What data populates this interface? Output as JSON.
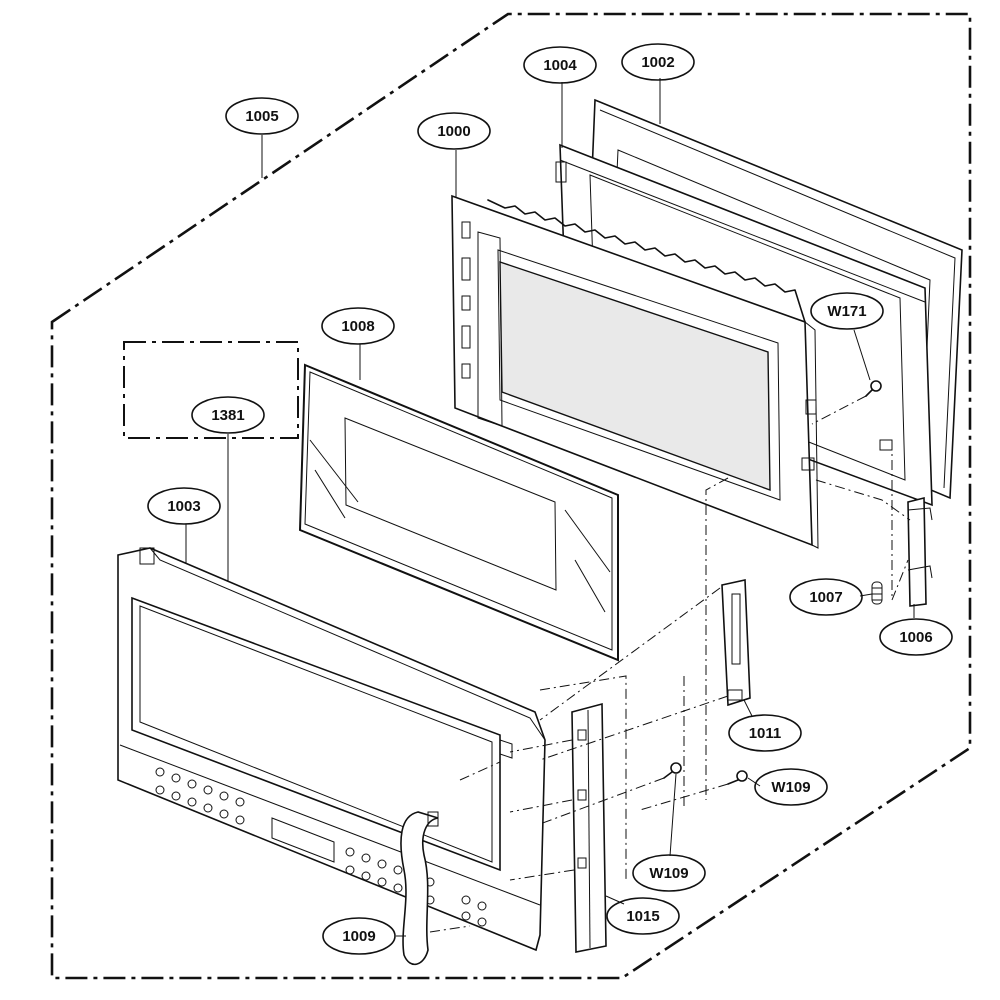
{
  "diagram": {
    "callouts": [
      {
        "id": "c1005",
        "label": "1005"
      },
      {
        "id": "c1004",
        "label": "1004"
      },
      {
        "id": "c1002",
        "label": "1002"
      },
      {
        "id": "c1000",
        "label": "1000"
      },
      {
        "id": "cW171",
        "label": "W171"
      },
      {
        "id": "c1008",
        "label": "1008"
      },
      {
        "id": "c1381",
        "label": "1381"
      },
      {
        "id": "c1003",
        "label": "1003"
      },
      {
        "id": "c1007",
        "label": "1007"
      },
      {
        "id": "c1006",
        "label": "1006"
      },
      {
        "id": "c1011",
        "label": "1011"
      },
      {
        "id": "cW109a",
        "label": "W109"
      },
      {
        "id": "cW109b",
        "label": "W109"
      },
      {
        "id": "c1015",
        "label": "1015"
      },
      {
        "id": "c1009",
        "label": "1009"
      }
    ]
  }
}
